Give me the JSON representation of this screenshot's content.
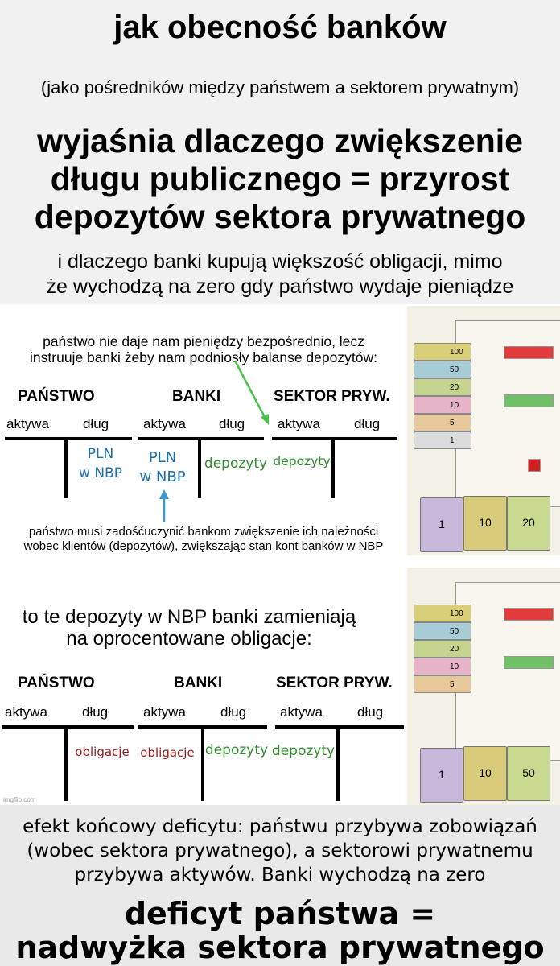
{
  "header": {
    "title": "jak obecność banków",
    "subtitle": "(jako pośredników między państwem a sektorem prywatnym)",
    "headline": [
      "wyjaśnia dlaczego zwiększenie",
      "długu publicznego = przyrost",
      "depozytów sektora prywatnego"
    ],
    "question": [
      "i dlaczego banki kupują większość obligacji, mimo",
      "że wychodzą na zero gdy państwo wydaje pieniądze"
    ]
  },
  "section1": {
    "note": [
      "państwo nie daje nam pieniędzy bezpośrednio, lecz",
      "instruuje banki żeby nam podniosły balanse depozytów:"
    ],
    "columns": [
      "PAŃSTWO",
      "BANKI",
      "SEKTOR PRYW."
    ],
    "assets_label": "aktywa",
    "debt_label": "dług",
    "cells": {
      "state_debt": [
        "PLN",
        "w NBP"
      ],
      "bank_assets": [
        "PLN",
        "w NBP"
      ],
      "bank_debt": "depozyty",
      "private_assets": "depozyty"
    },
    "footnote": [
      "państwo musi zadośćuczynić bankom zwiększenie ich należności",
      "wobec klientów (depozytów), zwiększając stan kont banków w NBP"
    ]
  },
  "section2": {
    "note": [
      "to te depozyty w NBP banki zamieniają",
      "na oprocentowane obligacje:"
    ],
    "columns": [
      "PAŃSTWO",
      "BANKI",
      "SEKTOR PRYW."
    ],
    "assets_label": "aktywa",
    "debt_label": "dług",
    "cells": {
      "state_debt": "obligacje",
      "bank_assets": "obligacje",
      "bank_debt": "depozyty",
      "private_assets": "depozyty"
    },
    "watermark": "imgflip.com"
  },
  "board_image": {
    "bill_values": [
      "100",
      "50",
      "20",
      "10",
      "5",
      "1"
    ],
    "big_bill_values": [
      "1",
      "10",
      "20",
      "50"
    ]
  },
  "footer": {
    "summary": [
      "efekt końcowy deficytu: państwu przybywa zobowiązań",
      "(wobec sektora prywatnego), a sektorowi prywatnemu",
      "przybywa aktywów. Banki wychodzą na zero"
    ],
    "conclusion": [
      "deficyt państwa =",
      "nadwyżka sektora prywatnego"
    ]
  },
  "colors": {
    "blue_text": "#1d6fa8",
    "green_text": "#2d8c2d",
    "red_text": "#9b1b1b",
    "arrow_green": "#4cbf4c",
    "arrow_blue": "#3a9bd9"
  }
}
